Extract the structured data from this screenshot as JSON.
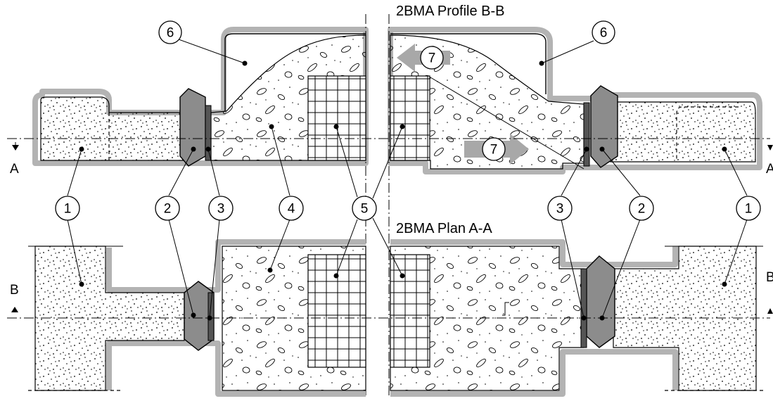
{
  "titles": {
    "profile": "2BMA Profile B-B",
    "plan": "2BMA Plan A-A"
  },
  "section_markers": {
    "a_left": "A",
    "a_right": "A",
    "b_left": "B",
    "b_right": "B"
  },
  "callouts": {
    "c1": "1",
    "c2": "2",
    "c3": "3",
    "c4": "4",
    "c5": "5",
    "c6": "6",
    "c7": "7"
  },
  "colors": {
    "liner": "#b3b3b3",
    "plug": "#8c8c8c",
    "seal": "#555555",
    "arrow": "#a8a8a8"
  }
}
